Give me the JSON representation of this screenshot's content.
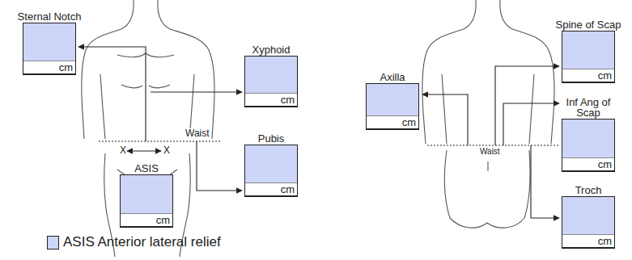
{
  "diagram": {
    "nodes": [
      {
        "text": [
          "Sternal Notch",
          "cm"
        ]
      },
      {
        "text": [
          "Xyphoid",
          "cm"
        ]
      },
      {
        "text": [
          "Pubis",
          "cm"
        ]
      },
      {
        "text": [
          "ASIS",
          "cm"
        ]
      },
      {
        "text": [
          "Axilla",
          "cm"
        ]
      },
      {
        "text": [
          "Spine of Scap",
          "cm"
        ]
      },
      {
        "text": [
          "Inf Ang of Scap",
          "cm"
        ]
      },
      {
        "text": [
          "Troch",
          "cm"
        ]
      }
    ],
    "labels": [
      "Waist",
      "X",
      "X",
      "Waist"
    ],
    "legend": [
      {
        "text": "ASIS Anterior lateral relief",
        "color": "#cdd5f8"
      }
    ]
  }
}
